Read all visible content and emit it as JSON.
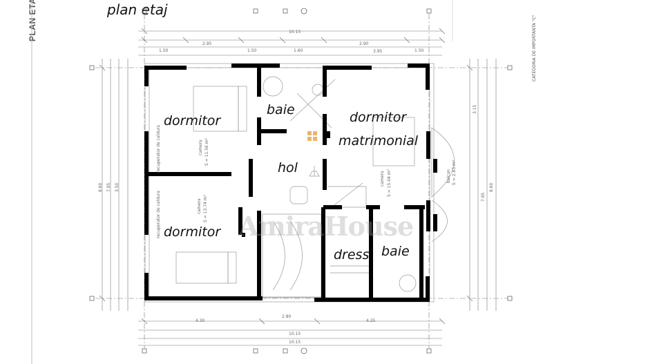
{
  "header": {
    "side_title": "PLAN ETA",
    "plan_title": "plan etaj",
    "side_note": "CATEGORIA DE IMPORTANTA \"C\""
  },
  "rooms": {
    "dormitor_top_left": "dormitor",
    "baie_top": "baie",
    "dormitor_matrimonial_line1": "dormitor",
    "dormitor_matrimonial_line2": "matrimonial",
    "hol": "hol",
    "dormitor_bottom_left": "dormitor",
    "dress": "dress",
    "baie_bottom": "baie"
  },
  "watermark": "AmiraHouse",
  "dimensions": {
    "top_total": "10.15",
    "top_1": "1.50",
    "top_2": "2.95",
    "top_3": "1.50",
    "top_4": "1.60",
    "top_5": "2.90",
    "top_6": "1.50",
    "top_7": "3.95",
    "bottom_1": "4.30",
    "bottom_2": "4.25",
    "bottom_3": "2.80",
    "bottom_total_1": "10.15",
    "bottom_total_2": "10.15",
    "left_total": "8.60",
    "left_2": "7.95",
    "left_3": "3.50",
    "right_total": "8.60",
    "right_2": "7.95",
    "right_3": "3.15",
    "area_dormitor_1": "S = 11.56 m²",
    "area_dormitor_2": "S = 13.74 m²",
    "area_matrimonial": "S = 15.04 m²",
    "area_balcon": "S = 2.83 m²",
    "camera": "camera",
    "balcon": "balcon",
    "recuperator": "recuperator de caldura"
  }
}
